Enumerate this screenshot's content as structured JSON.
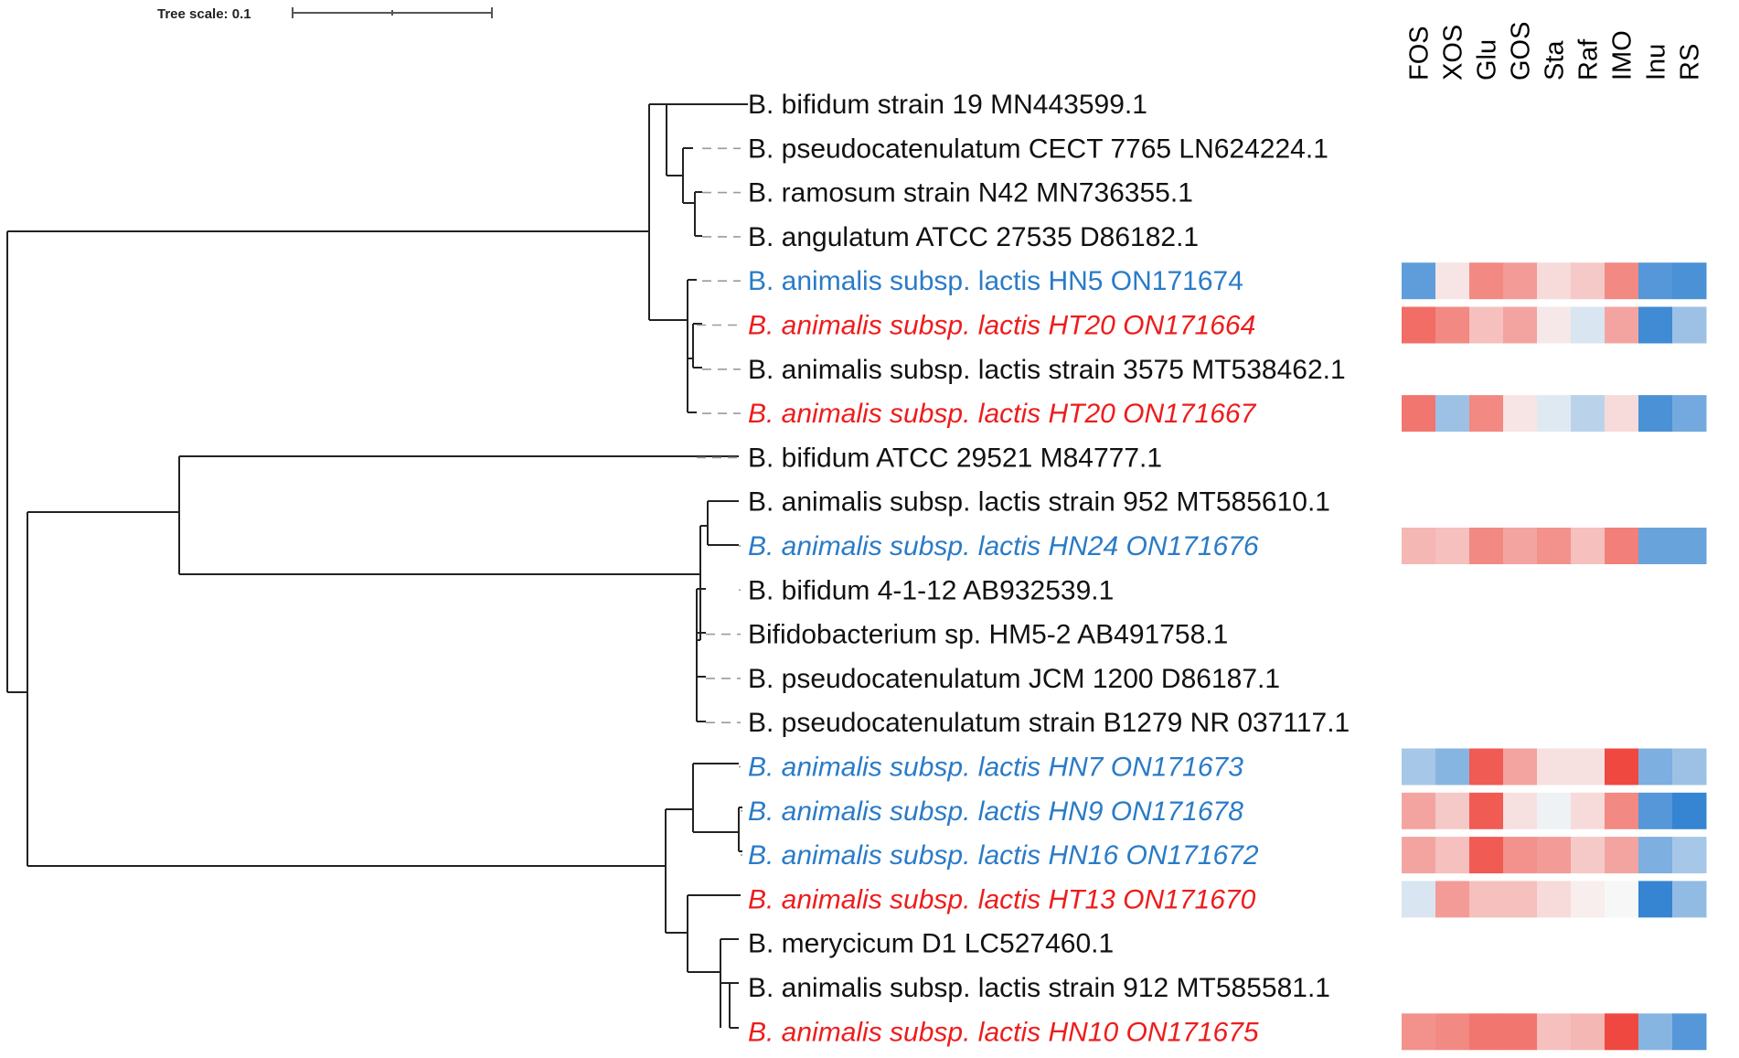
{
  "tree_scale": {
    "label": "Tree scale: 0.1"
  },
  "heatmap_columns": [
    "FOS",
    "XOS",
    "Glu",
    "GOS",
    "Sta",
    "Raf",
    "IMO",
    "Inu",
    "RS"
  ],
  "colors": {
    "black": "#111111",
    "blue": "#2a7bc7",
    "red": "#ee1c1c",
    "heat_low": "#2c7fd0",
    "heat_mid": "#f7f7f7",
    "heat_high": "#ef3f36"
  },
  "leaves": [
    {
      "label": "B. bifidum strain 19 MN443599.1",
      "color": "black",
      "italic": false,
      "heat": null
    },
    {
      "label": "B. pseudocatenulatum CECT 7765 LN624224.1",
      "color": "black",
      "italic": false,
      "heat": null
    },
    {
      "label": "B. ramosum strain N42 MN736355.1",
      "color": "black",
      "italic": false,
      "heat": null
    },
    {
      "label": "B. angulatum ATCC 27535 D86182.1",
      "color": "black",
      "italic": false,
      "heat": null
    },
    {
      "label": "B. animalis subsp. lactis HN5 ON171674",
      "color": "blue",
      "italic": false,
      "heat": [
        -0.75,
        0.1,
        0.6,
        0.5,
        0.15,
        0.25,
        0.6,
        -0.8,
        -0.85
      ]
    },
    {
      "label": "B. animalis subsp. lactis HT20 ON171664",
      "color": "red",
      "italic": true,
      "heat": [
        0.75,
        0.6,
        0.3,
        0.45,
        0.08,
        -0.15,
        0.45,
        -0.9,
        -0.45
      ]
    },
    {
      "label": "B. animalis subsp. lactis strain 3575 MT538462.1",
      "color": "black",
      "italic": false,
      "heat": null
    },
    {
      "label": "B. animalis subsp. lactis HT20 ON171667",
      "color": "red",
      "italic": true,
      "heat": [
        0.7,
        -0.45,
        0.6,
        0.1,
        -0.12,
        -0.3,
        0.15,
        -0.85,
        -0.65
      ]
    },
    {
      "label": "B. bifidum ATCC 29521 M84777.1",
      "color": "black",
      "italic": false,
      "heat": null
    },
    {
      "label": "B. animalis subsp. lactis strain 952 MT585610.1",
      "color": "black",
      "italic": false,
      "heat": null
    },
    {
      "label": "B. animalis subsp. lactis HN24 ON171676",
      "color": "blue",
      "italic": true,
      "heat": [
        0.35,
        0.3,
        0.6,
        0.45,
        0.55,
        0.3,
        0.65,
        -0.7,
        -0.7
      ]
    },
    {
      "label": "B. bifidum 4-1-12 AB932539.1",
      "color": "black",
      "italic": false,
      "heat": null
    },
    {
      "label": "Bifidobacterium sp. HM5-2 AB491758.1",
      "color": "black",
      "italic": false,
      "heat": null
    },
    {
      "label": "B. pseudocatenulatum JCM 1200 D86187.1",
      "color": "black",
      "italic": false,
      "heat": null
    },
    {
      "label": "B. pseudocatenulatum strain B1279 NR 037117.1",
      "color": "black",
      "italic": false,
      "heat": null
    },
    {
      "label": "B. animalis subsp. lactis HN7 ON171673",
      "color": "blue",
      "italic": true,
      "heat": [
        -0.4,
        -0.55,
        0.85,
        0.45,
        0.12,
        0.12,
        0.95,
        -0.6,
        -0.45
      ]
    },
    {
      "label": "B. animalis subsp. lactis HN9 ON171678",
      "color": "blue",
      "italic": true,
      "heat": [
        0.45,
        0.25,
        0.85,
        0.12,
        -0.04,
        0.15,
        0.6,
        -0.8,
        -0.95
      ]
    },
    {
      "label": "B. animalis subsp. lactis HN16 ON171672",
      "color": "blue",
      "italic": true,
      "heat": [
        0.45,
        0.3,
        0.85,
        0.55,
        0.5,
        0.25,
        0.45,
        -0.6,
        -0.4
      ]
    },
    {
      "label": "B. animalis subsp. lactis HT13 ON171670",
      "color": "red",
      "italic": true,
      "heat": [
        -0.15,
        0.5,
        0.3,
        0.3,
        0.15,
        0.05,
        0.0,
        -0.95,
        -0.5
      ]
    },
    {
      "label": "B. merycicum D1 LC527460.1",
      "color": "black",
      "italic": false,
      "heat": null
    },
    {
      "label": "B. animalis subsp. lactis strain 912 MT585581.1",
      "color": "black",
      "italic": false,
      "heat": null
    },
    {
      "label": "B. animalis subsp. lactis HN10 ON171675",
      "color": "red",
      "italic": true,
      "heat": [
        0.55,
        0.6,
        0.7,
        0.7,
        0.3,
        0.35,
        0.95,
        -0.55,
        -0.8
      ]
    }
  ]
}
